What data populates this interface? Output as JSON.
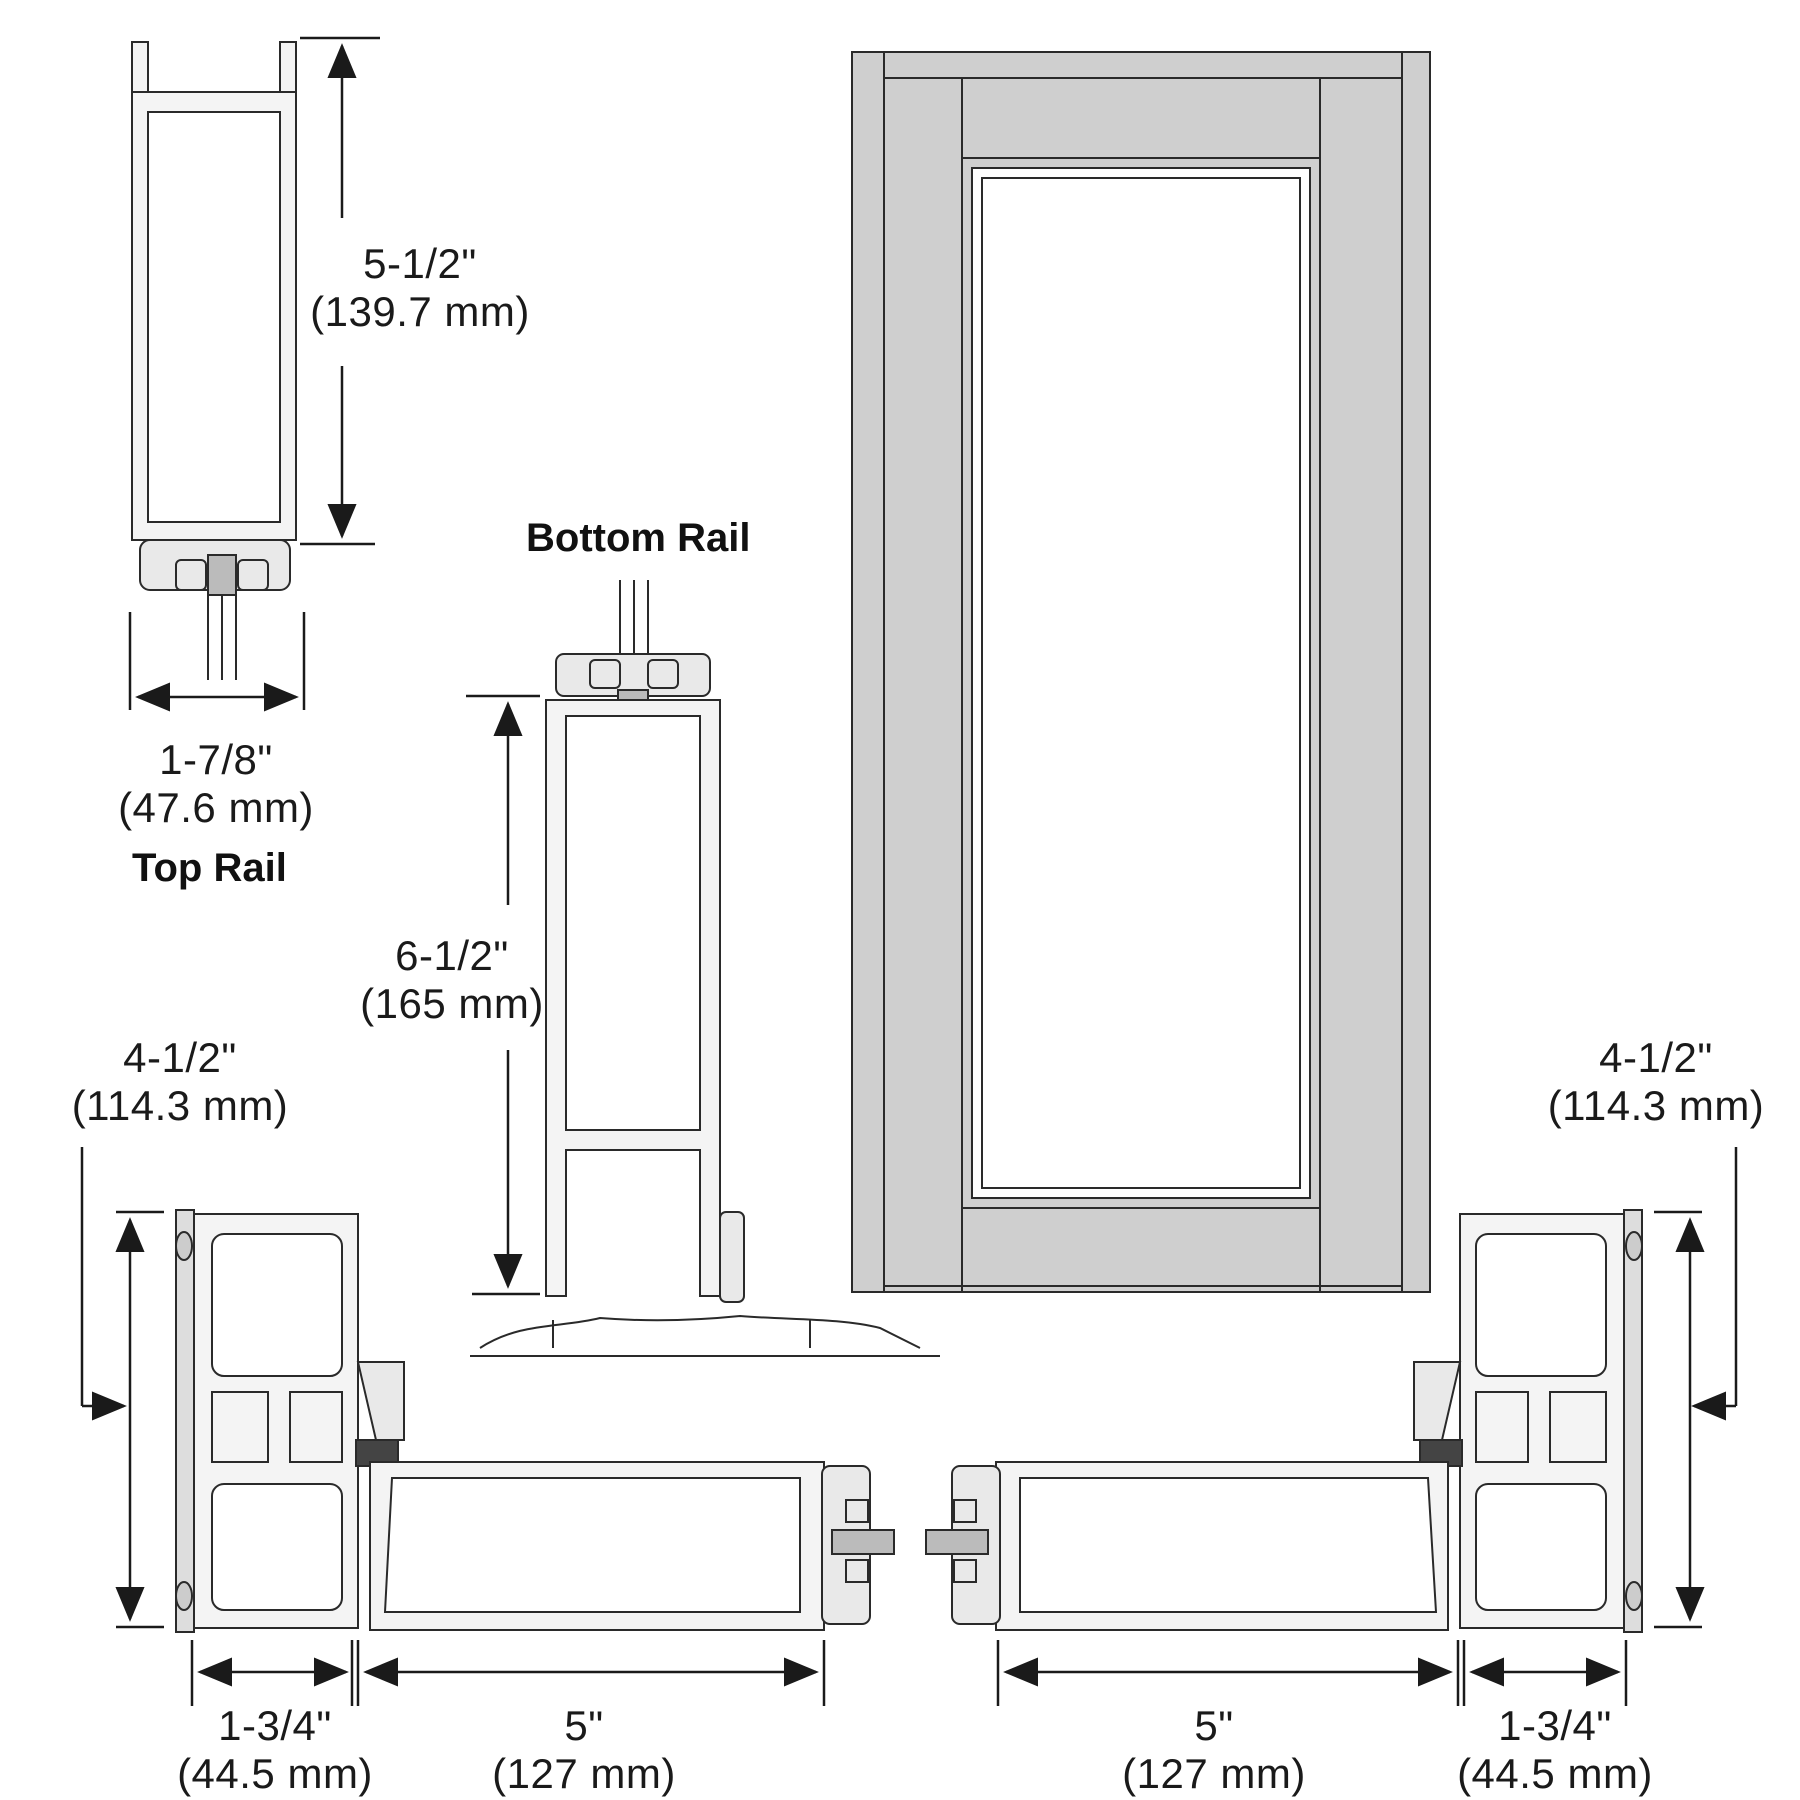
{
  "labels": {
    "top_rail_title": "Top Rail",
    "bottom_rail_title": "Bottom Rail",
    "top_rail_height_in": "5-1/2\"",
    "top_rail_height_mm": "(139.7 mm)",
    "top_rail_width_in": "1-7/8\"",
    "top_rail_width_mm": "(47.6 mm)",
    "bottom_rail_height_in": "6-1/2\"",
    "bottom_rail_height_mm": "(165 mm)",
    "left_stile_depth_in": "4-1/2\"",
    "left_stile_depth_mm": "(114.3 mm)",
    "right_stile_depth_in": "4-1/2\"",
    "right_stile_depth_mm": "(114.3 mm)",
    "left_stile_width_in": "1-3/4\"",
    "left_stile_width_mm": "(44.5 mm)",
    "left_face_width_in": "5\"",
    "left_face_width_mm": "(127 mm)",
    "right_face_width_in": "5\"",
    "right_face_width_mm": "(127 mm)",
    "right_stile_width_in": "1-3/4\"",
    "right_stile_width_mm": "(44.5 mm)"
  },
  "colors": {
    "line": "#2a2a2a",
    "door_fill": "#cfcfcf",
    "glass_fill": "#ffffff"
  }
}
